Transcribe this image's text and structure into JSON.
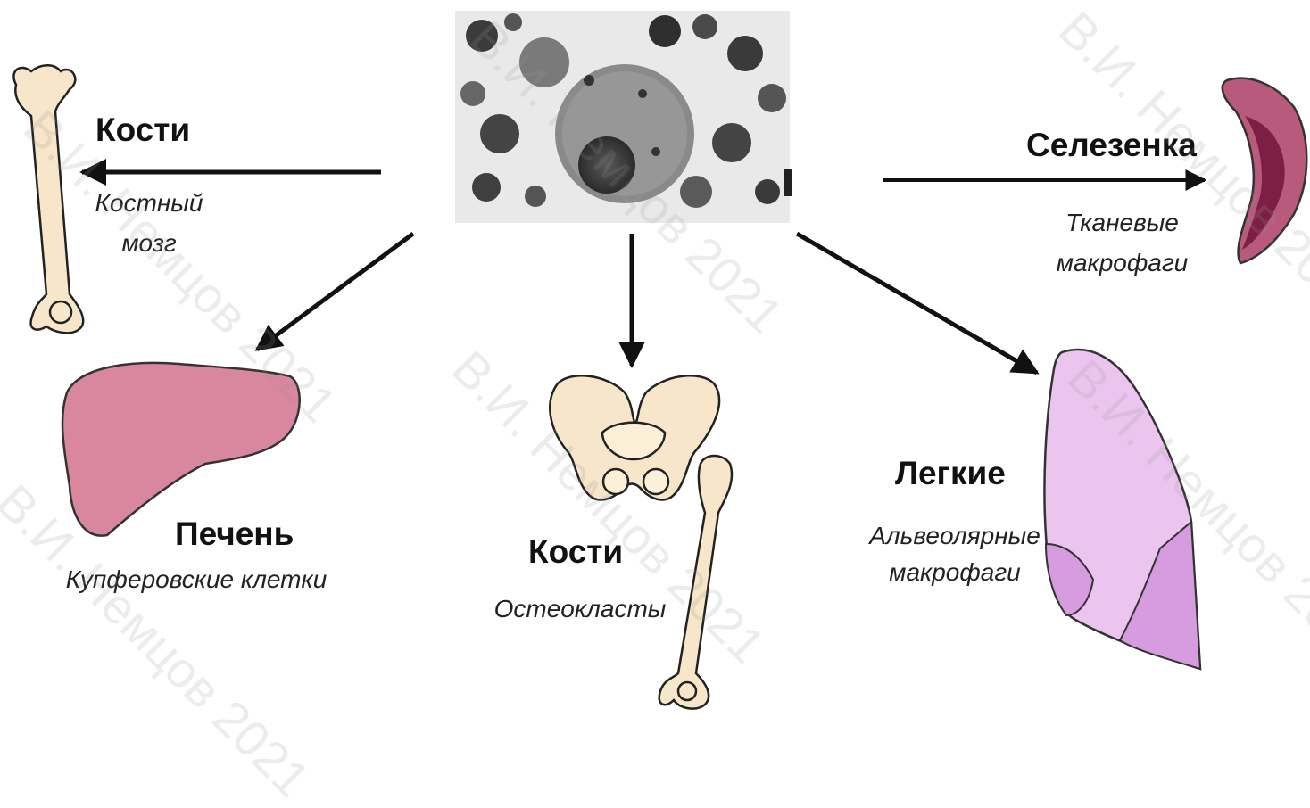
{
  "center_image": {
    "name": "macrophage-micrograph"
  },
  "nodes": {
    "bones_top": {
      "title": "Кости",
      "subtitle_line1": "Костный",
      "subtitle_line2": "мозг"
    },
    "liver": {
      "title": "Печень",
      "subtitle": "Купферовские клетки"
    },
    "bones_center": {
      "title": "Кости",
      "subtitle": "Остеокласты"
    },
    "lungs": {
      "title": "Легкие",
      "subtitle_line1": "Альвеолярные",
      "subtitle_line2": "макрофаги"
    },
    "spleen": {
      "title": "Селезенка",
      "subtitle_line1": "Тканевые",
      "subtitle_line2": "макрофаги"
    }
  },
  "watermark": {
    "text": "В.И. Немцов 2021"
  },
  "colors": {
    "bone": "#f7e6c9",
    "liver": "#d9869f",
    "lung_light": "#ebc5ee",
    "lung_dark": "#d79be0",
    "spleen": "#b85a7c",
    "spleen_dark": "#7d1f45"
  }
}
